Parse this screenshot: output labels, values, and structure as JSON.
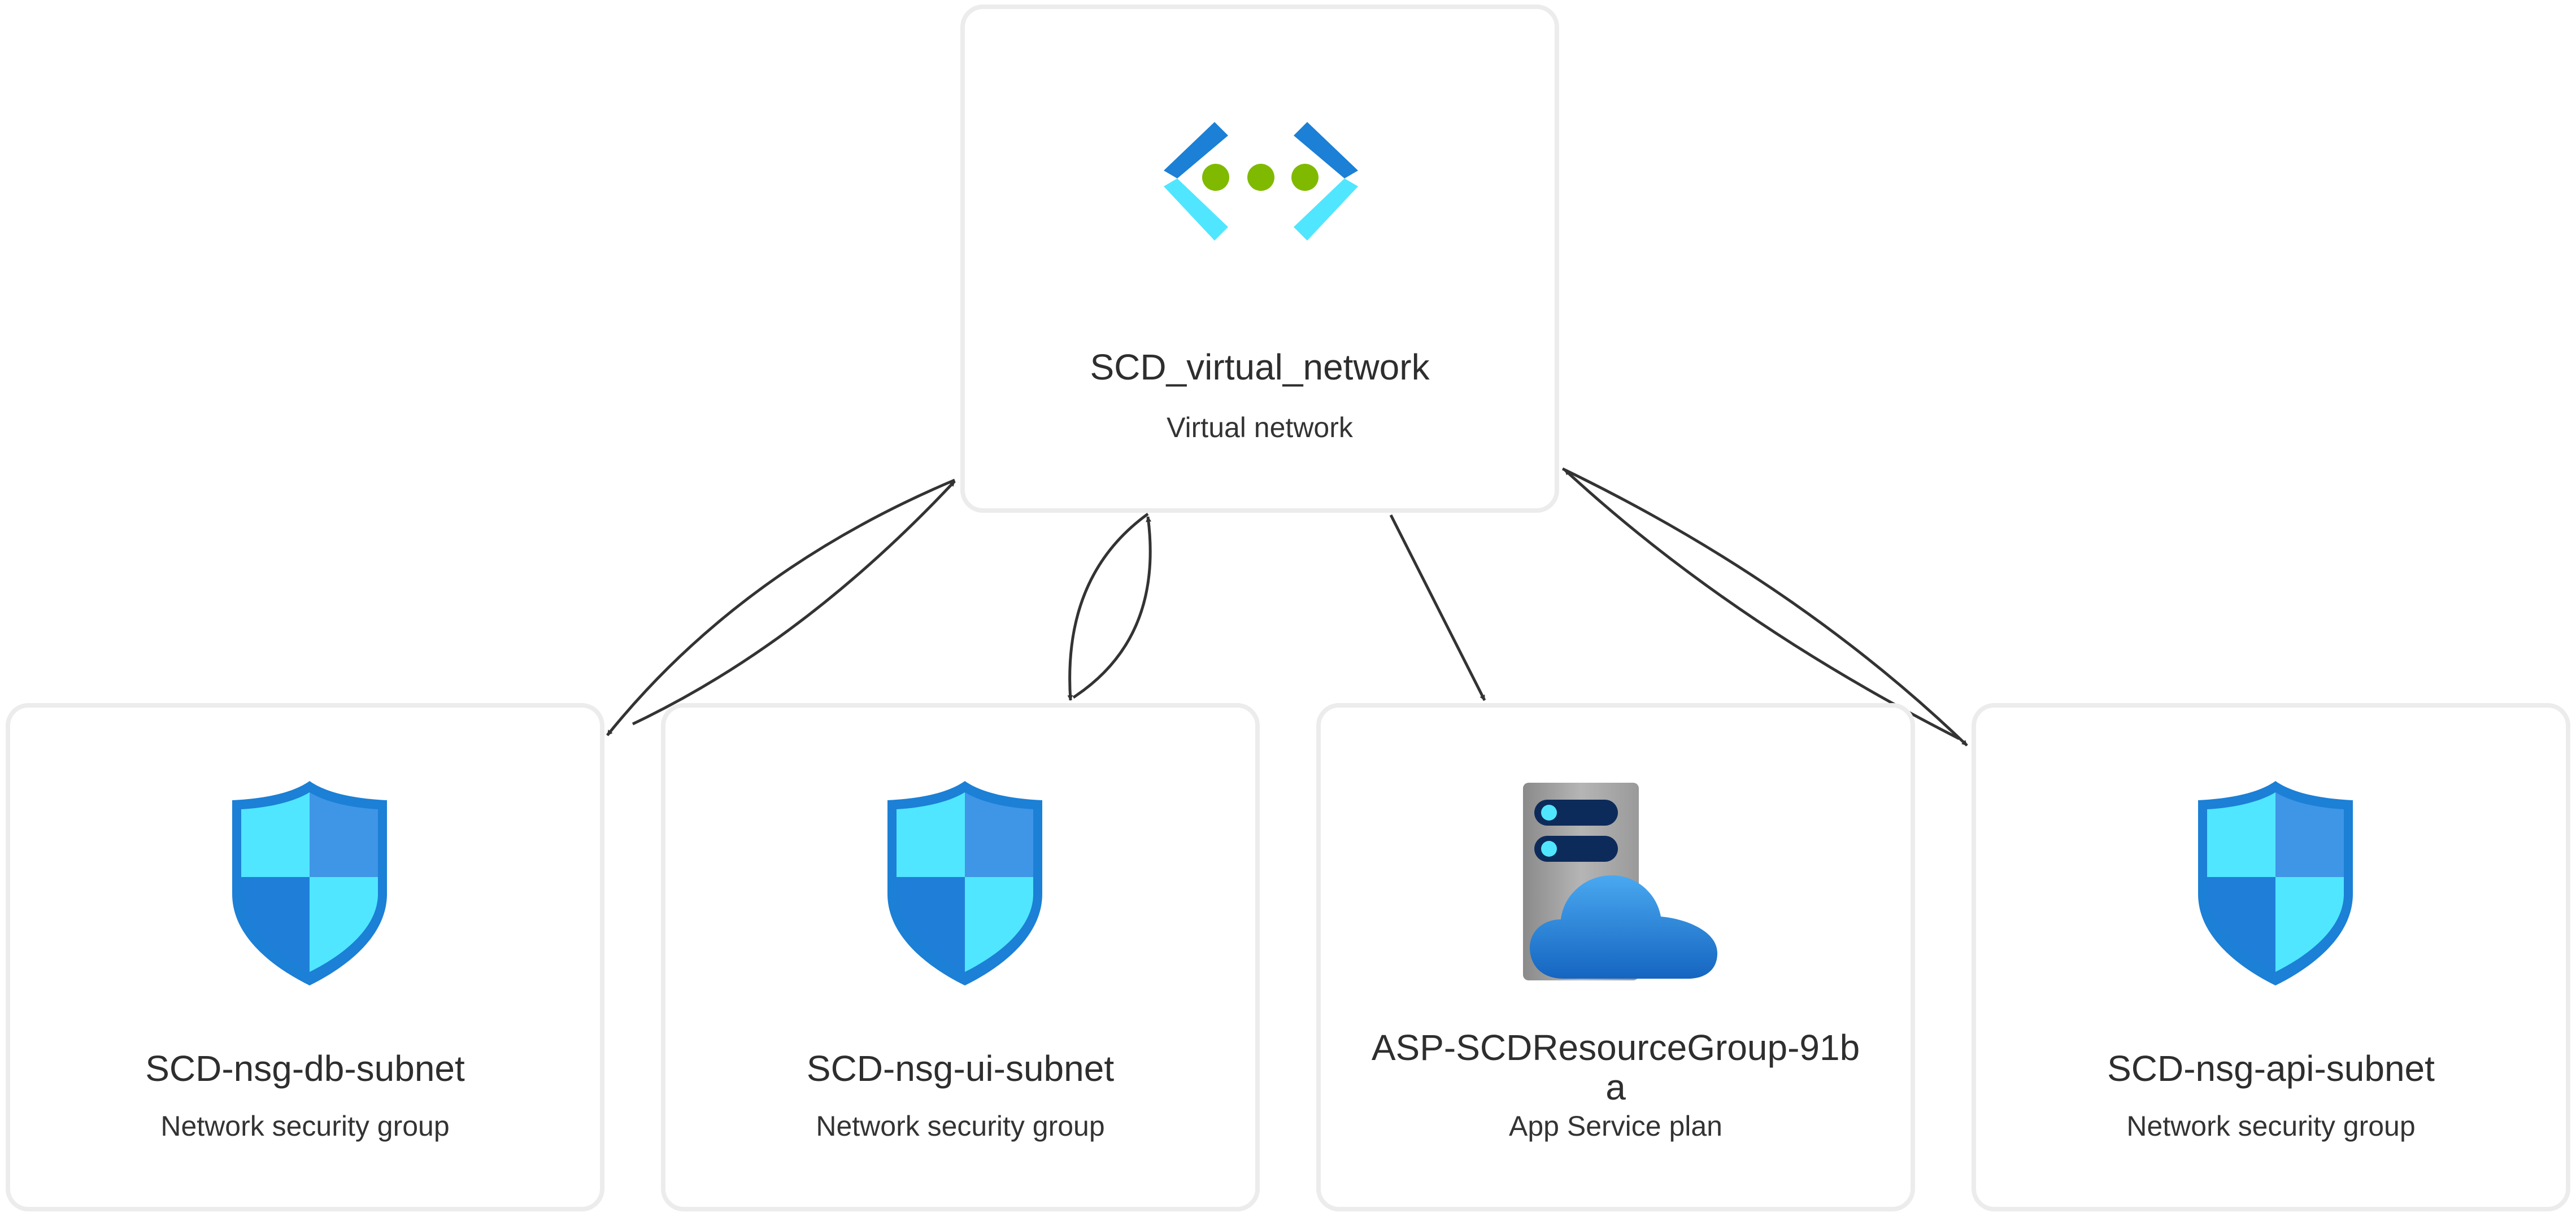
{
  "nodes": {
    "vnet": {
      "name": "SCD_virtual_network",
      "type": "Virtual network",
      "icon": "virtual-network-icon"
    },
    "db": {
      "name": "SCD-nsg-db-subnet",
      "type": "Network security group",
      "icon": "network-security-group-shield-icon"
    },
    "ui": {
      "name": "SCD-nsg-ui-subnet",
      "type": "Network security group",
      "icon": "network-security-group-shield-icon"
    },
    "asp": {
      "name_line1": "ASP-SCDResourceGroup-91b",
      "name_line2": "a",
      "type": "App Service plan",
      "icon": "app-service-plan-icon"
    },
    "api": {
      "name": "SCD-nsg-api-subnet",
      "type": "Network security group",
      "icon": "network-security-group-shield-icon"
    }
  },
  "edges": [
    {
      "from": "vnet",
      "to": "db",
      "bidirectional": true
    },
    {
      "from": "vnet",
      "to": "ui",
      "bidirectional": true
    },
    {
      "from": "vnet",
      "to": "asp",
      "bidirectional": false
    },
    {
      "from": "vnet",
      "to": "api",
      "bidirectional": true
    }
  ],
  "colors": {
    "border": "#ececec",
    "edge": "#333333",
    "shield_light": "#50e6ff",
    "shield_dark": "#1b80d6",
    "vnet_dots": "#7fba00",
    "cloud": "#1e88e5"
  }
}
